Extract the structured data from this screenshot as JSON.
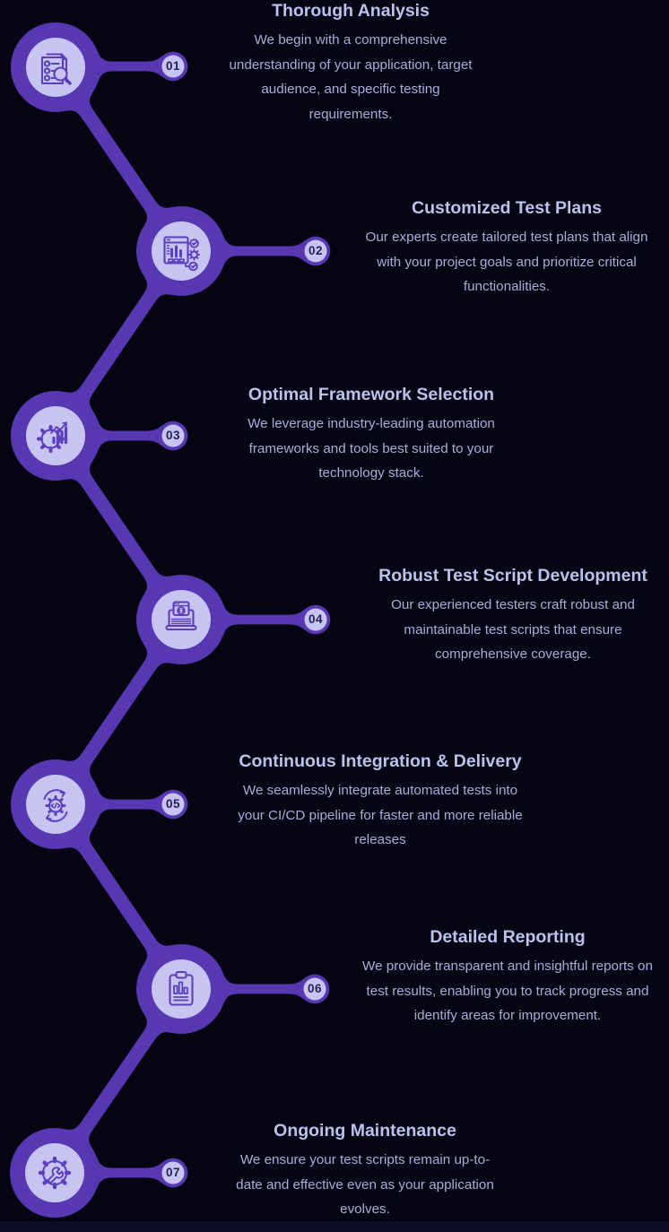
{
  "theme": {
    "background": "#050513",
    "accent": "#5838b2",
    "accent_light": "#c6c5f2",
    "icon_stroke": "#5d3fbe",
    "title_color": "#bcc2ec",
    "body_color": "#a8aeda",
    "badge_text": "#241d56",
    "strip": "#0d0d26"
  },
  "steps": [
    {
      "number": "01",
      "title": "Thorough Analysis",
      "description": "We begin with a comprehensive understanding of your application, target audience, and specific testing requirements.",
      "icon": "document-checklist-magnifier-icon"
    },
    {
      "number": "02",
      "title": "Customized Test Plans",
      "description": "Our experts create tailored test plans that align with your project goals and prioritize critical functionalities.",
      "icon": "dashboard-checks-gear-icon"
    },
    {
      "number": "03",
      "title": "Optimal Framework Selection",
      "description": "We leverage industry-leading automation frameworks and tools best suited to your technology stack.",
      "icon": "gear-bar-chart-icon"
    },
    {
      "number": "04",
      "title": "Robust Test Script Development",
      "description": "Our experienced testers craft robust and maintainable test scripts that ensure comprehensive coverage.",
      "icon": "laptop-code-window-icon"
    },
    {
      "number": "05",
      "title": "Continuous Integration & Delivery",
      "description": "We seamlessly integrate automated tests into your CI/CD pipeline for faster and more reliable releases",
      "icon": "cicd-gear-cycle-arrows-icon"
    },
    {
      "number": "06",
      "title": "Detailed Reporting",
      "description": "We provide transparent and insightful reports on test results, enabling you to track progress and identify areas for improvement.",
      "icon": "clipboard-report-chart-icon"
    },
    {
      "number": "07",
      "title": "Ongoing Maintenance",
      "description": "We ensure your test scripts remain up-to-date and effective even as your application evolves.",
      "icon": "gear-wrench-icon"
    }
  ]
}
